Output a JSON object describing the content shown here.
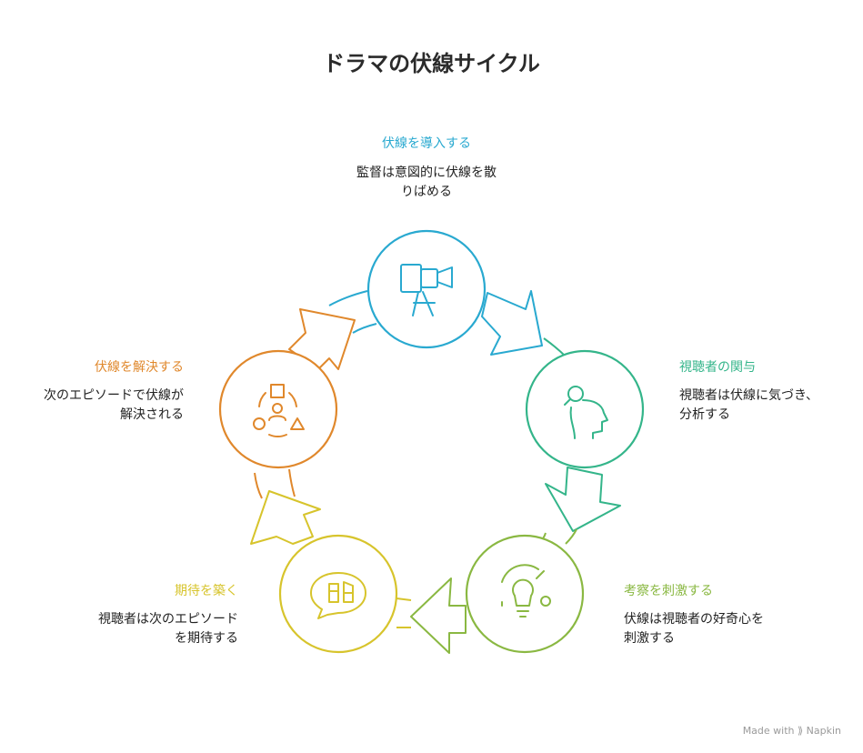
{
  "title": "ドラマの伏線サイクル",
  "stages": [
    {
      "id": "introduce",
      "title": "伏線を導入する",
      "desc_lines": [
        "監督は意図的に伏線を散",
        "りばめる"
      ],
      "color": "#29a9d0",
      "icon": "movie-camera-icon"
    },
    {
      "id": "engage",
      "title": "視聴者の関与",
      "desc_lines": [
        "視聴者は伏線に気づき、",
        "分析する"
      ],
      "color": "#34b58a",
      "icon": "head-magnifier-icon"
    },
    {
      "id": "stimulate",
      "title": "考察を刺激する",
      "desc_lines": [
        "伏線は視聴者の好奇心を",
        "刺激する"
      ],
      "color": "#8ab842",
      "icon": "lightbulb-icon"
    },
    {
      "id": "expect",
      "title": "期待を築く",
      "desc_lines": [
        "視聴者は次のエピソード",
        "を期待する"
      ],
      "color": "#d7c42c",
      "icon": "speech-bubble-icon"
    },
    {
      "id": "resolve",
      "title": "伏線を解決する",
      "desc_lines": [
        "次のエピソードで伏線が",
        "解決される"
      ],
      "color": "#e0882c",
      "icon": "shapes-person-icon"
    }
  ],
  "footer": {
    "made_with": "Made with",
    "brand": "Napkin"
  }
}
